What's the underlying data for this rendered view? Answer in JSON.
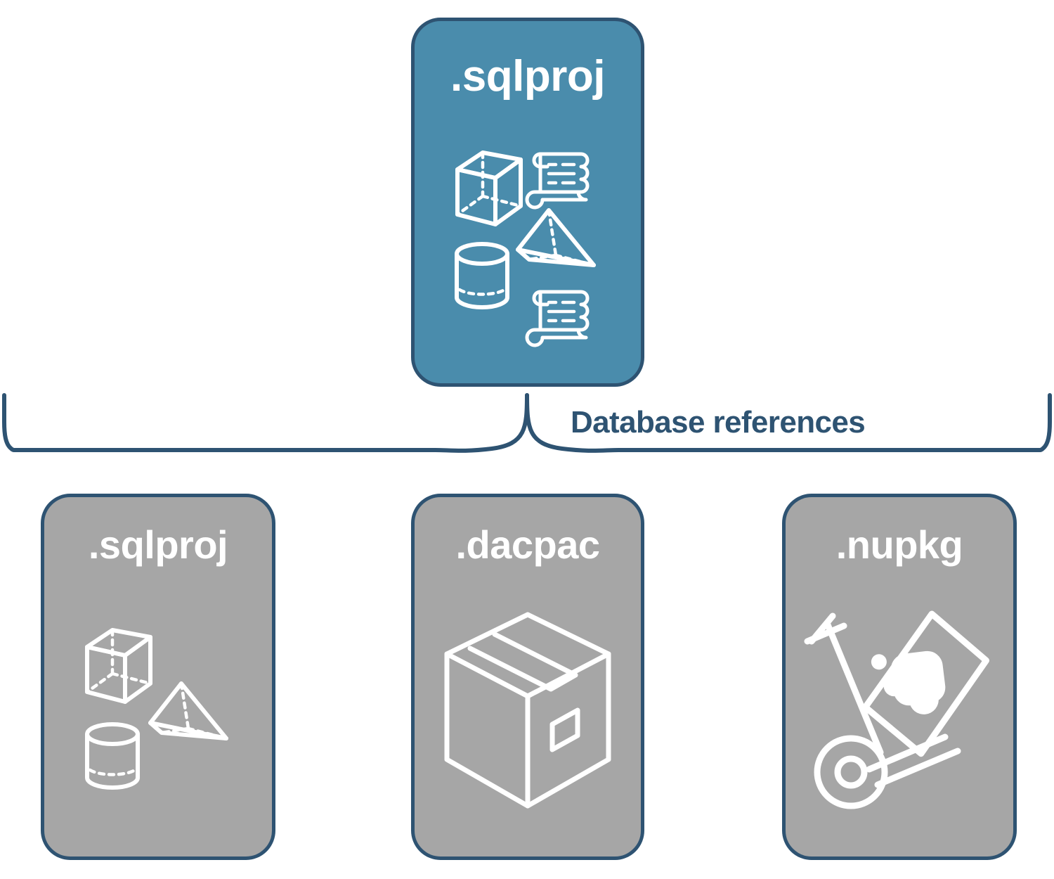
{
  "diagram": {
    "title": "Database references",
    "colors": {
      "primary_fill": "#4A8CAC",
      "secondary_fill": "#A6A6A6",
      "outline": "#2E5372",
      "icon_stroke": "#FFFFFF",
      "background": "#FFFFFF"
    },
    "root_node": {
      "label": ".sqlproj",
      "fill": "#4A8CAC",
      "icons": [
        "cube-wireframe-icon",
        "scroll-document-icon",
        "pyramid-wireframe-icon",
        "cylinder-wireframe-icon",
        "scroll-document-icon"
      ]
    },
    "connector": {
      "label": "Database references",
      "style": "curly-brace",
      "label_color": "#2E5372"
    },
    "reference_nodes": [
      {
        "label": ".sqlproj",
        "fill": "#A6A6A6",
        "icons": [
          "cube-wireframe-icon",
          "pyramid-wireframe-icon",
          "cylinder-wireframe-icon"
        ]
      },
      {
        "label": ".dacpac",
        "fill": "#A6A6A6",
        "icons": [
          "package-box-icon"
        ]
      },
      {
        "label": ".nupkg",
        "fill": "#A6A6A6",
        "icons": [
          "hand-truck-package-icon"
        ]
      }
    ]
  }
}
